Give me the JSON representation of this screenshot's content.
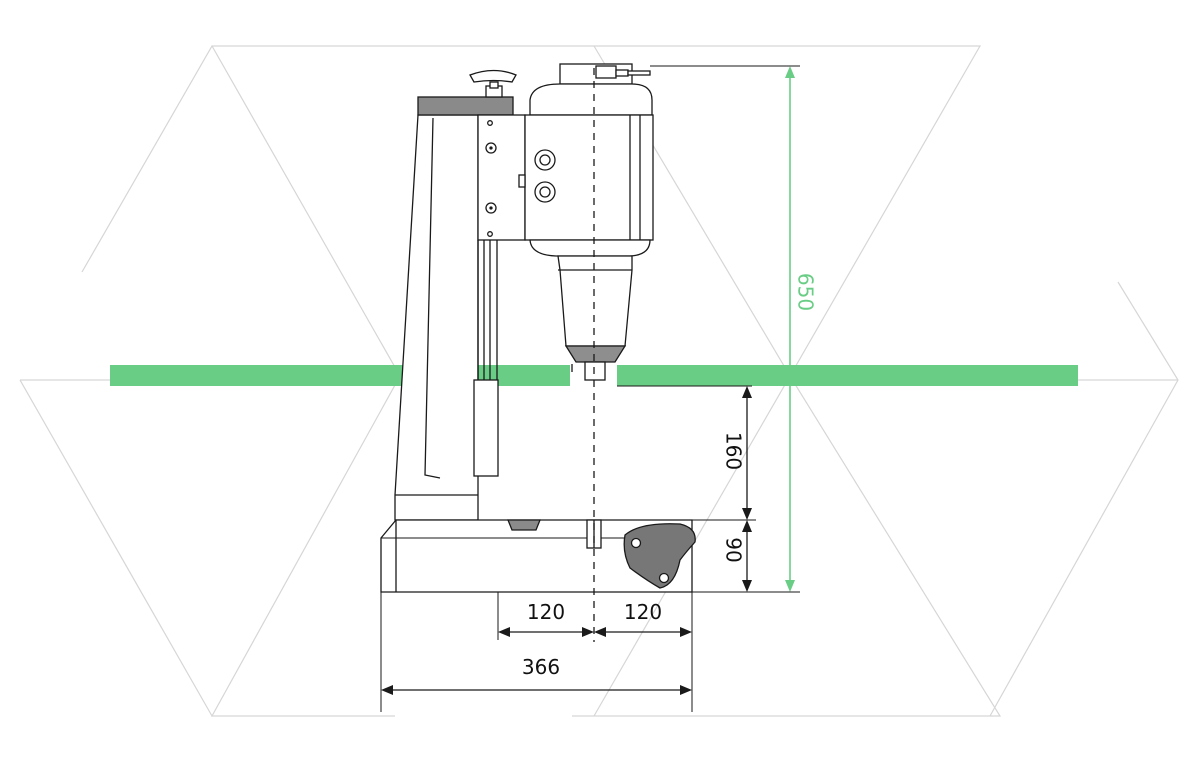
{
  "dimensions": {
    "total_height": "650",
    "stroke": "160",
    "base_height": "90",
    "half_width_left": "120",
    "half_width_right": "120",
    "total_depth": "366"
  },
  "colors": {
    "accent_green": "#6acd86",
    "line_dark": "#1a1a1a",
    "line_light": "#d0d0d0",
    "fill_gray": "#888888",
    "pedal_gray": "#777777"
  }
}
